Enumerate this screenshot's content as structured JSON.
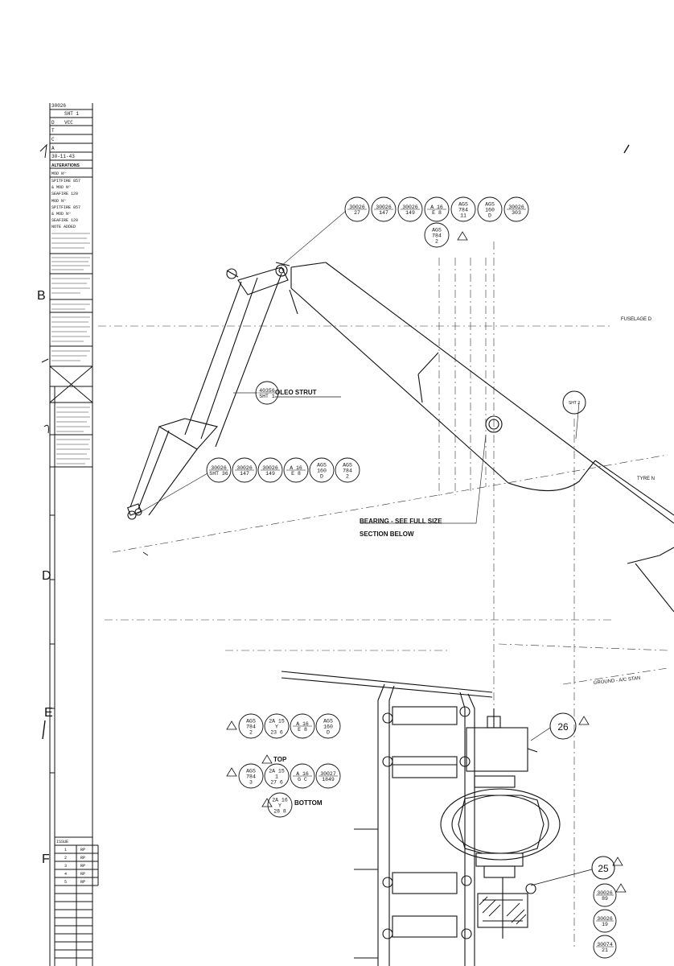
{
  "title_block": {
    "header_rows": [
      "30026",
      "SHT 1",
      "VCC",
      "",
      "",
      "30-11-43"
    ],
    "row_letters": [
      "D",
      "T",
      "C",
      "A"
    ],
    "alterations_heading": "ALTERATIONS",
    "alteration_1": [
      "MOD Nº",
      "SPITFIRE 857",
      "& MOD Nº",
      "SEAFIRE 120"
    ],
    "alteration_2": [
      "MOD Nº",
      "SPITFIRE 857",
      "& MOD Nº",
      "SEAFIRE 120",
      "NOTE ADDED"
    ]
  },
  "zone_letters": [
    "B",
    "D",
    "E",
    "F"
  ],
  "issue_table": {
    "heading": "ISSUE",
    "rows": [
      {
        "issue": "1",
        "by": "RP"
      },
      {
        "issue": "2",
        "by": "RP"
      },
      {
        "issue": "3",
        "by": "RP"
      },
      {
        "issue": "4",
        "by": "RP"
      },
      {
        "issue": "5",
        "by": "RP"
      }
    ]
  },
  "callouts": {
    "oleo_strut": "OLEO STRUT",
    "bearing_line1": "BEARING - SEE FULL SIZE",
    "bearing_line2": "SECTION BELOW",
    "fuselage": "FUSELAGE D",
    "tyre": "TYRE N",
    "ground": "GROUND - A/C STAN",
    "top": "TOP",
    "bottom": "BOTTOM",
    "sht2": "SHT 2"
  },
  "bubbles_top": [
    [
      "30026",
      "27"
    ],
    [
      "30026",
      "147"
    ],
    [
      "30026",
      "149"
    ],
    [
      "A 16",
      "E 8"
    ],
    [
      "AGS",
      "784",
      "11"
    ],
    [
      "AGS",
      "160",
      "D"
    ],
    [
      "30026",
      "303"
    ]
  ],
  "bubble_top_extra": [
    "AGS",
    "784",
    "2"
  ],
  "bubble_oleo": [
    "40356",
    "SHT 1"
  ],
  "bubbles_mid": [
    [
      "30026",
      "SHT 36"
    ],
    [
      "30026",
      "147"
    ],
    [
      "30026",
      "149"
    ],
    [
      "A 16",
      "E 8"
    ],
    [
      "AGS",
      "160",
      "D"
    ],
    [
      "AGS",
      "784",
      "2"
    ]
  ],
  "bubbles_low1": [
    [
      "AGS",
      "784",
      "2"
    ],
    [
      "2A 15",
      "Y",
      "23 6"
    ],
    [
      "A 16",
      "E 8"
    ],
    [
      "AGS",
      "160",
      "D"
    ]
  ],
  "bubbles_low2": [
    [
      "AGS",
      "784",
      "3"
    ],
    [
      "2A 15",
      "1",
      "27 6"
    ],
    [
      "A 16",
      "G C"
    ],
    [
      "30027",
      "1849"
    ]
  ],
  "bubble_bottom": [
    "2A 16",
    "Y",
    "28 8"
  ],
  "part_numbers": [
    "26",
    "25"
  ],
  "right_bubbles": [
    [
      "30026",
      "89"
    ],
    [
      "30026",
      "19"
    ],
    [
      "30074",
      "21"
    ]
  ]
}
